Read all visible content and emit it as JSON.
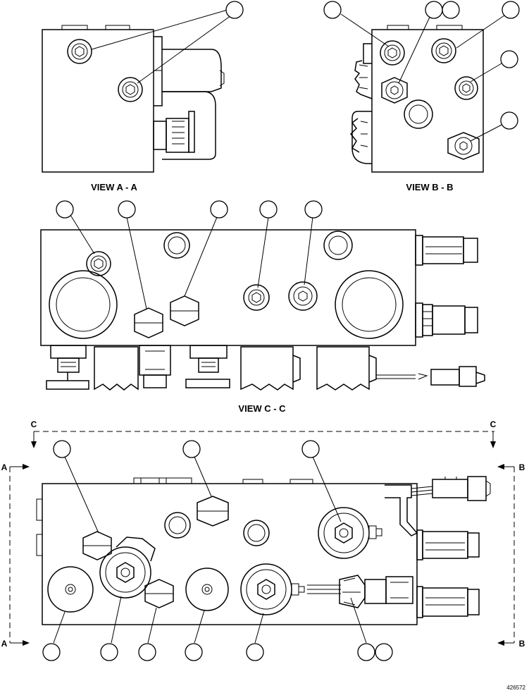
{
  "views": {
    "a": "VIEW A - A",
    "b": "VIEW B - B",
    "c": "VIEW C - C"
  },
  "section_marks": {
    "a_top": "A",
    "a_bottom": "A",
    "b_top": "B",
    "b_bottom": "B",
    "c_left": "C",
    "c_right": "C"
  },
  "figure_number": "426572"
}
